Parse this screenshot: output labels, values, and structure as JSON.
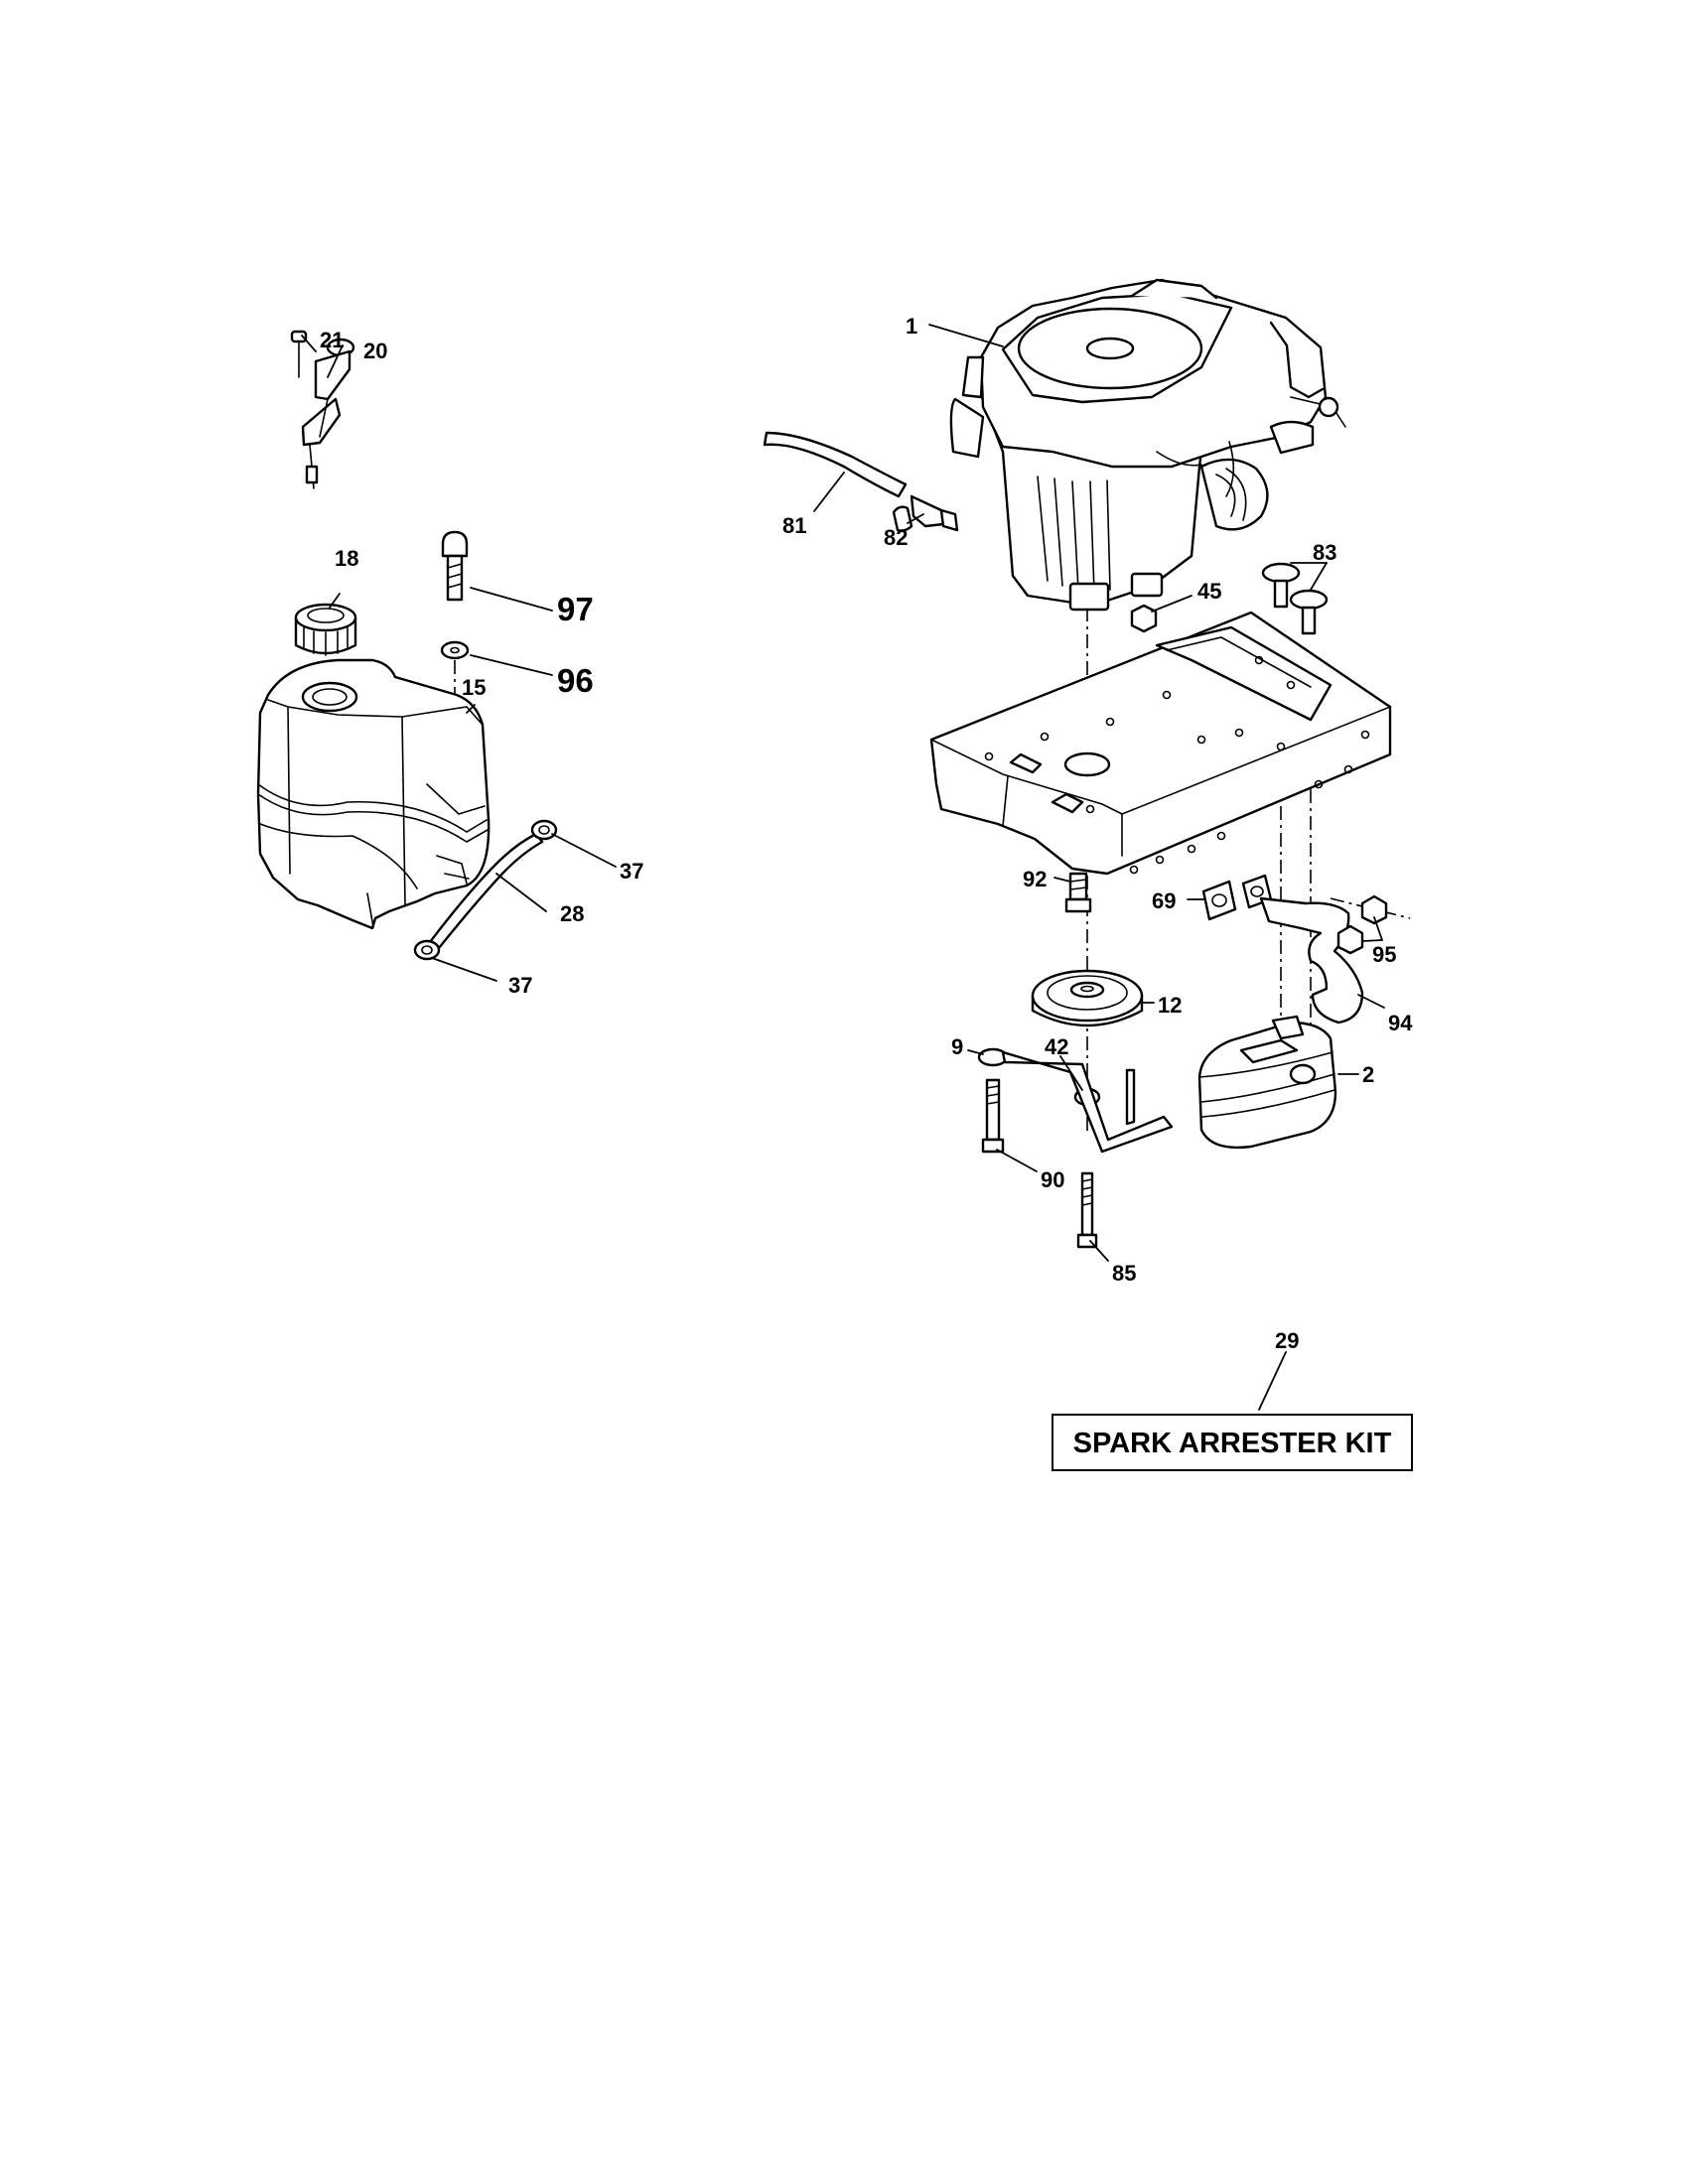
{
  "callouts": {
    "c1": "1",
    "c2": "2",
    "c9": "9",
    "c12": "12",
    "c15": "15",
    "c18": "18",
    "c20": "20",
    "c21": "21",
    "c28": "28",
    "c29": "29",
    "c37a": "37",
    "c37b": "37",
    "c42": "42",
    "c45": "45",
    "c69": "69",
    "c81": "81",
    "c82": "82",
    "c83": "83",
    "c85": "85",
    "c90": "90",
    "c92": "92",
    "c94": "94",
    "c95": "95",
    "c96": "96",
    "c97": "97"
  },
  "kit_label": "SPARK ARRESTER KIT"
}
